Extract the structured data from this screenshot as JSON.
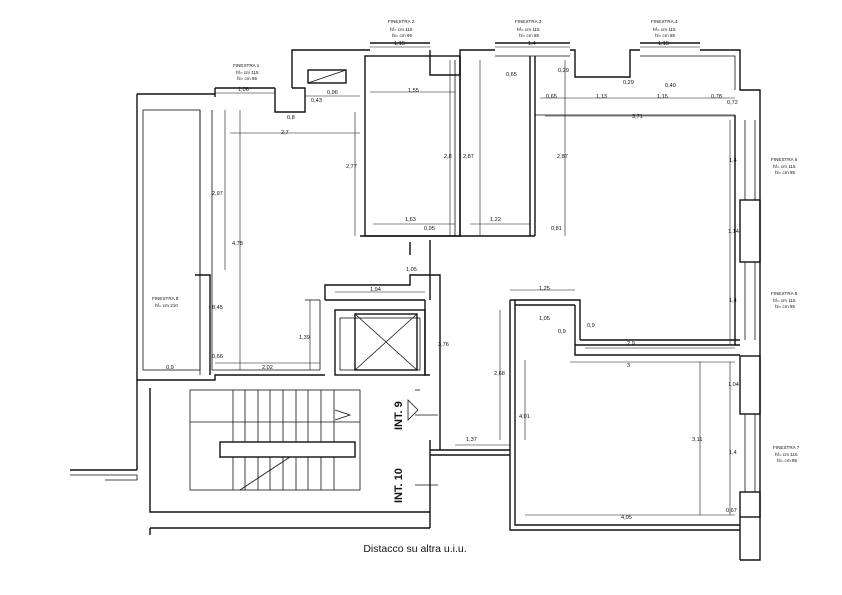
{
  "caption": "Distacco su altra u.i.u.",
  "units": {
    "int9": "INT. 9",
    "int10": "INT. 10"
  },
  "windows": [
    {
      "name": "FINESTRA 1",
      "h": "hf= cm 115",
      "hs": "hl= cm 95"
    },
    {
      "name": "FINESTRA 2",
      "h": "hf= cm 115",
      "hs": "hl= cm 95"
    },
    {
      "name": "FINESTRA 3",
      "h": "hf= cm 115",
      "hs": "hl= cm 95"
    },
    {
      "name": "FINESTRA 4",
      "h": "hf= cm 115",
      "hs": "hl= cm 95"
    },
    {
      "name": "FINESTRA 5",
      "h": "hf= cm 115",
      "hs": "hl= cm 95"
    },
    {
      "name": "FINESTRA 6",
      "h": "hf= cm 115",
      "hs": "hl= cm 95"
    },
    {
      "name": "FINESTRA 7",
      "h": "hf= cm 115",
      "hs": "hl= cm 95"
    },
    {
      "name": "FINESTRA 8",
      "h": "hf= cm 210",
      "hs": ""
    }
  ],
  "dimensions": [
    "1,15",
    "1,4",
    "1,15",
    "1,06",
    "0,96",
    "0,8",
    "0,43",
    "2,7",
    "1,55",
    "0,65",
    "0,29",
    "0,65",
    "1,13",
    "0,29",
    "1,15",
    "0,40",
    "0,78",
    "0,72",
    "3,71",
    "2,97",
    "2,77",
    "2,8",
    "2,87",
    "2,87",
    "1,4",
    "4,78",
    "1,63",
    "0,95",
    "1,22",
    "0,81",
    "1,14",
    "1,05",
    "1,94",
    "1,25",
    "1,4",
    "8,45",
    "1,39",
    "1,05",
    "0,9",
    "0,9",
    "3,76",
    "2,9",
    "0,66",
    "2,02",
    "0,9",
    "3",
    "2,68",
    "1,04",
    "4,01",
    "3,11",
    "1,37",
    "1,4",
    "4,05",
    "0,67"
  ]
}
